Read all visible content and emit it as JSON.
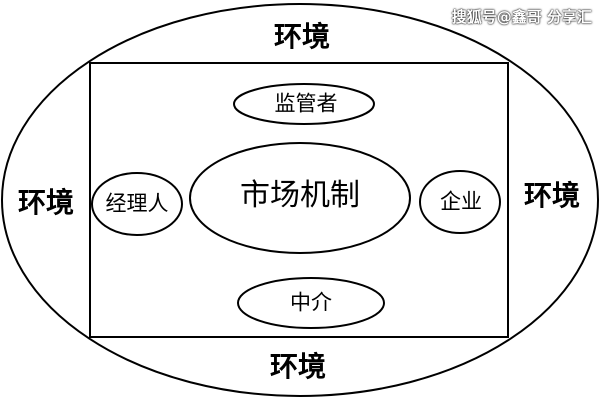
{
  "watermark": "搜狐号@鑫哥 分享汇",
  "environment": {
    "top": "环境",
    "left": "环境",
    "right": "环境",
    "bottom": "环境"
  },
  "nodes": {
    "regulator": "监管者",
    "market": "市场机制",
    "manager": "经理人",
    "enterprise": "企业",
    "intermediary": "中介"
  }
}
